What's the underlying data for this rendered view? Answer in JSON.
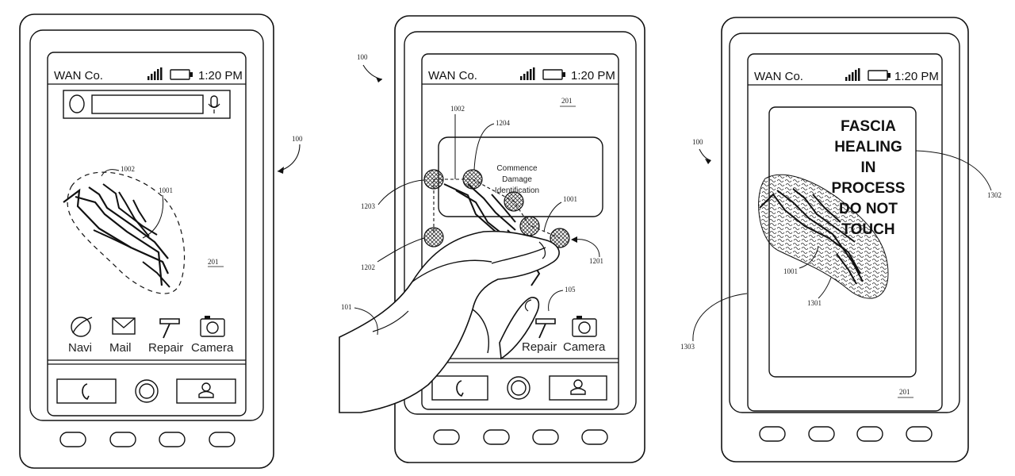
{
  "status_bar": {
    "carrier": "WAN Co.",
    "time": "1:20 PM"
  },
  "fig_a": {
    "apps": [
      "Navi",
      "Mail",
      "Repair",
      "Camera"
    ],
    "refs": {
      "device": "100",
      "region": "1002",
      "damage": "1001",
      "screen": "201"
    }
  },
  "fig_b": {
    "dialog": [
      "Commence",
      "Damage",
      "Identification"
    ],
    "apps": [
      "Repair",
      "Camera"
    ],
    "refs": {
      "device": "100",
      "region": "1002",
      "point_a": "1204",
      "screen": "201",
      "damage": "1001",
      "point_b": "1203",
      "point_c": "1202",
      "point_d": "1201",
      "hand": "101",
      "icon": "105"
    }
  },
  "fig_c": {
    "warning": [
      "FASCIA",
      "HEALING",
      "IN",
      "PROCESS",
      "DO NOT",
      "TOUCH"
    ],
    "refs": {
      "device": "100",
      "warning_box": "1302",
      "damage": "1001",
      "patch": "1301",
      "overlay": "1303",
      "screen": "201"
    }
  }
}
